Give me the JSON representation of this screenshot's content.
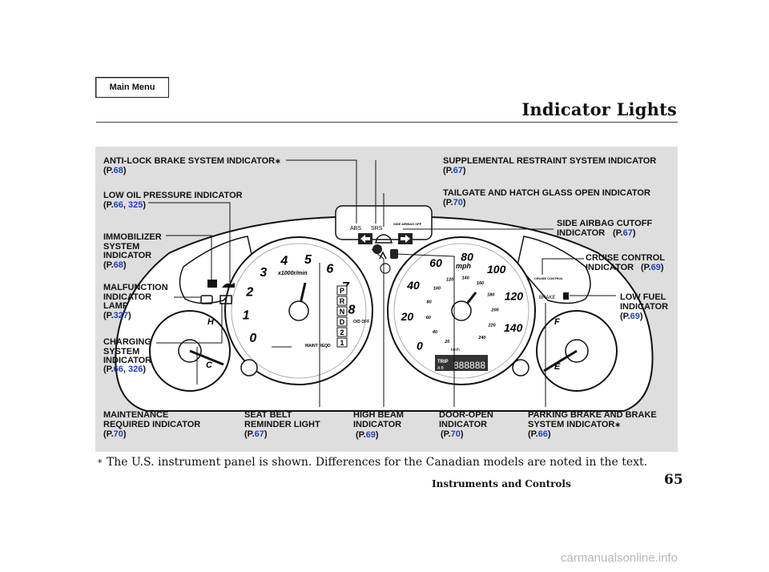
{
  "main_menu": "Main Menu",
  "title": "Indicator Lights",
  "footnote_star": "∗",
  "footnote": "The U.S. instrument panel is shown. Differences for the Canadian models are noted in the text.",
  "section": "Instruments and Controls",
  "page_number": "65",
  "watermark": "carmanualsonline.info",
  "labels": {
    "abs": {
      "text": "ANTI-LOCK BRAKE SYSTEM INDICATOR",
      "pages": [
        "68"
      ]
    },
    "oil": {
      "text": "LOW OIL PRESSURE INDICATOR",
      "pages": [
        "66",
        "325"
      ]
    },
    "immob": {
      "text": "IMMOBILIZER\nSYSTEM\nINDICATOR",
      "pages": [
        "68"
      ]
    },
    "mil": {
      "text": "MALFUNCTION\nINDICATOR\nLAMP",
      "pages": [
        "327"
      ]
    },
    "charge": {
      "text": "CHARGING\nSYSTEM\nINDICATOR",
      "pages": [
        "66",
        "326"
      ]
    },
    "maint": {
      "text": "MAINTENANCE\nREQUIRED INDICATOR",
      "pages": [
        "70"
      ]
    },
    "belt": {
      "text": "SEAT BELT\nREMINDER LIGHT",
      "pages": [
        "67"
      ]
    },
    "beam": {
      "text": "HIGH BEAM\nINDICATOR",
      "pages": [
        "69"
      ]
    },
    "door": {
      "text": "DOOR-OPEN\nINDICATOR",
      "pages": [
        "70"
      ]
    },
    "brake": {
      "text": "PARKING BRAKE AND BRAKE\nSYSTEM INDICATOR",
      "pages": [
        "66"
      ]
    },
    "srs": {
      "text": "SUPPLEMENTAL RESTRAINT SYSTEM INDICATOR",
      "pages": [
        "67"
      ]
    },
    "tailgate": {
      "text": "TAILGATE AND HATCH GLASS OPEN INDICATOR",
      "pages": [
        "70"
      ]
    },
    "side_airbag": {
      "text": "SIDE AIRBAG CUTOFF\nINDICATOR",
      "pages": [
        "67"
      ]
    },
    "cruise": {
      "text": "CRUISE CONTROL\nINDICATOR",
      "pages": [
        "69"
      ]
    },
    "fuel": {
      "text": "LOW FUEL\nINDICATOR",
      "pages": [
        "69"
      ]
    }
  },
  "dash": {
    "abs": "ABS",
    "srs": "SRS",
    "side_airbag_off": "SIDE\nAIRBAG\nOFF",
    "tach_unit": "x1000r/min",
    "tach_nums": [
      "0",
      "1",
      "2",
      "3",
      "4",
      "5",
      "6",
      "7",
      "8"
    ],
    "gears": [
      "P",
      "R",
      "N",
      "D",
      "2",
      "1"
    ],
    "od_off": "O/D\nOFF",
    "maint_reqd": "MAINT\nREQD",
    "mph": "mph",
    "mph_nums": [
      "0",
      "20",
      "40",
      "60",
      "80",
      "100",
      "120",
      "140"
    ],
    "kmh_nums": [
      "20",
      "40",
      "60",
      "80",
      "100",
      "120",
      "140",
      "160",
      "180",
      "200",
      "220",
      "240"
    ],
    "kmh": "km/h",
    "trip": "TRIP",
    "trip_ab": "A B",
    "odometer": "888888",
    "cruise_control": "CRUISE\nCONTROL",
    "brake": "BRAKE",
    "temp_h": "H",
    "temp_c": "C",
    "fuel_f": "F",
    "fuel_e": "E"
  }
}
